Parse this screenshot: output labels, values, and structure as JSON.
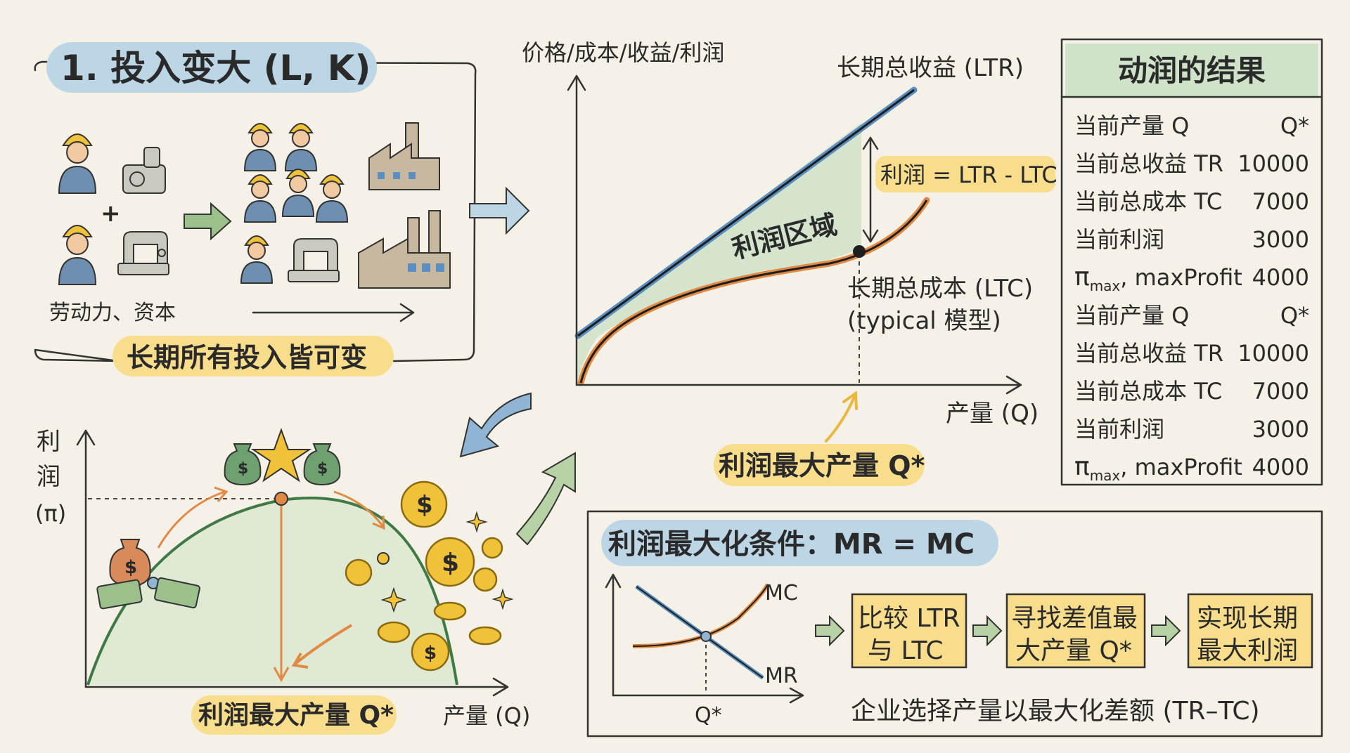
{
  "inputs_panel": {
    "title": "1. 投入变大 (L, K)",
    "labor_capital_label": "劳动力、资本",
    "plus": "+",
    "footer": "长期所有投入皆可变"
  },
  "long_run_chart": {
    "y_axis_label": "价格/成本/收益/利润",
    "x_axis_label": "产量 (Q)",
    "ltr_label": "长期总收益 (LTR)",
    "ltc_label_line1": "长期总成本 (LTC)",
    "ltc_label_line2": "(typical 模型)",
    "profit_formula": "利润 = LTR - LTC",
    "profit_area": "利润区域",
    "q_star_label": "利润最大产量 Q*"
  },
  "results_table": {
    "title": "动润的结果",
    "rows": [
      {
        "label": "当前产量 Q",
        "value": "Q*"
      },
      {
        "label": "当前总收益 TR",
        "value": "10000"
      },
      {
        "label": "当前总成本 TC",
        "value": "7000"
      },
      {
        "label": "当前利润",
        "value": "3000"
      },
      {
        "label": "π",
        "sub": "max",
        "label_rest": ", maxProfit",
        "value": "4000"
      },
      {
        "label": "当前产量 Q",
        "value": "Q*"
      },
      {
        "label": "当前总收益 TR",
        "value": "10000"
      },
      {
        "label": "当前总成本 TC",
        "value": "7000"
      },
      {
        "label": "当前利润",
        "value": "3000"
      },
      {
        "label": "π",
        "sub": "max",
        "label_rest": ", maxProfit",
        "value": "4000"
      }
    ]
  },
  "profit_curve_panel": {
    "y_axis_label_chars": [
      "利",
      "润",
      "(π)"
    ],
    "x_axis_label": "产量 (Q)",
    "q_star_label": "利润最大产量 Q*",
    "dollar": "$"
  },
  "condition_panel": {
    "title": "利润最大化条件：MR = MC",
    "mc_label": "MC",
    "mr_label": "MR",
    "q_star": "Q*",
    "steps": [
      {
        "line1": "比较 LTR",
        "line2": "与 LTC"
      },
      {
        "line1": "寻找差值最",
        "line2": "大产量 Q*"
      },
      {
        "line1": "实现长期",
        "line2": "最大利润"
      }
    ],
    "footer": "企业选择产量以最大化差额 (TR–TC)"
  },
  "colors": {
    "background": "#f5f1e6",
    "ltr_line": "#5b8fc0",
    "ltc_line": "#e08a45",
    "profit_fill": "#cfe3c8",
    "title_blue": "#bcd6e6",
    "highlight_yellow": "#f7dd8c",
    "highlight_green": "#cfe3c8",
    "curve_green": "#3f7a45"
  }
}
